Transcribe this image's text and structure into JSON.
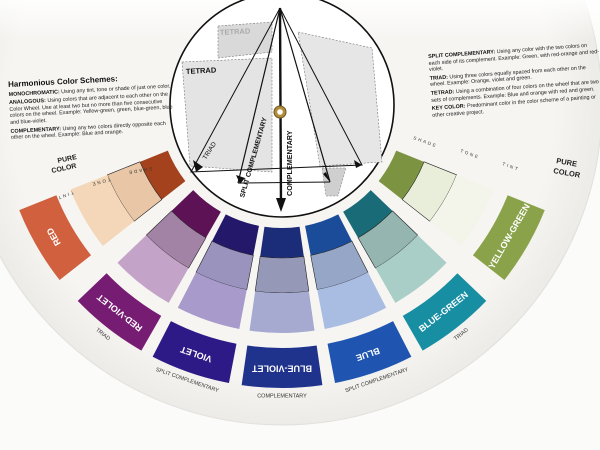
{
  "left_panel": {
    "title": "Harmonious Color Schemes:",
    "entries": [
      {
        "term": "MONOCHROMATIC:",
        "text": "Using any tint, tone or shade of just one color."
      },
      {
        "term": "ANALOGOUS:",
        "text": "Using colors that are adjacent to each other on the Color Wheel. Use at least two but no more than five consecutive colors on the wheel. Example: Yellow-green, green, blue-green, blue and blue-violet."
      },
      {
        "term": "COMPLEMENTARY:",
        "text": "Using any two colors directly opposite each other on the wheel. Example: Blue and orange."
      }
    ]
  },
  "right_panel": {
    "entries": [
      {
        "term": "SPLIT COMPLEMENTARY:",
        "text": "Using any color with the two colors on each side of its complement. Example: Green, with red-orange and red-violet."
      },
      {
        "term": "TRIAD:",
        "text": "Using three colors equally spaced from each other on the wheel. Example: Orange, violet and green."
      },
      {
        "term": "TETRAD:",
        "text": "Using a combination of four colors on the wheel that are two sets of complements. Example: Blue and orange with red and green."
      },
      {
        "term": "KEY COLOR:",
        "text": "Predominant color in the color scheme of a painting or other creative project."
      }
    ]
  },
  "dial": {
    "labels": {
      "tetrad_top": "TETRAD",
      "tetrad": "TETRAD",
      "triad": "TRIAD",
      "split_complementary": "SPLIT COMPLEMENTARY",
      "complementary": "COMPLEMENTARY"
    }
  },
  "band_labels": {
    "shade": "SHADE",
    "tone": "TONE",
    "tint": "TINT",
    "pure_color": [
      "PURE",
      "COLOR"
    ]
  },
  "segments": [
    {
      "name": "RED",
      "pure": "#d0603e",
      "shade": "#a3421c",
      "tone": "#e8c6a6",
      "tint": "#f4d7b8",
      "scheme_label": ""
    },
    {
      "name": "RED-VIOLET",
      "pure": "#761c72",
      "shade": "#5c1254",
      "tone": "#a283a6",
      "tint": "#c3a3c8",
      "scheme_label": "TRIAD"
    },
    {
      "name": "VIOLET",
      "pure": "#2e1a86",
      "shade": "#23186a",
      "tone": "#9a93bd",
      "tint": "#a89bcc",
      "scheme_label": "SPLIT COMPLEMENTARY"
    },
    {
      "name": "BLUE-VIOLET",
      "pure": "#1f338c",
      "shade": "#1b2c78",
      "tone": "#9698b8",
      "tint": "#a7aad0",
      "scheme_label": "COMPLEMENTARY"
    },
    {
      "name": "BLUE",
      "pure": "#1f55b0",
      "shade": "#1a4c9a",
      "tone": "#96a6c6",
      "tint": "#a9bde2",
      "scheme_label": "SPLIT COMPLEMENTARY"
    },
    {
      "name": "BLUE-GREEN",
      "pure": "#178ea2",
      "shade": "#1a6b78",
      "tone": "#95b5b0",
      "tint": "#a9cdc7",
      "scheme_label": "TRIAD"
    },
    {
      "name": "YELLOW-GREEN",
      "pure": "#8aa24a",
      "shade": "#7c9442",
      "tone": "#e9eedb",
      "tint": "#f3f4ea",
      "scheme_label": ""
    }
  ]
}
